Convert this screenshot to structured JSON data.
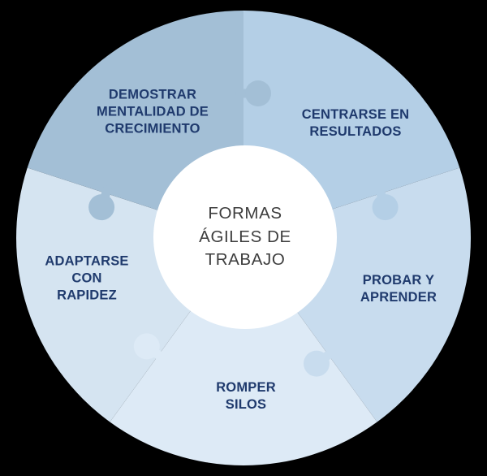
{
  "background_color": "#000000",
  "center": {
    "label": "FORMAS\nÁGILES DE\nTRABAJO",
    "color": "#ffffff",
    "text_color": "#3d3d3d"
  },
  "label_color": "#1f3a6d",
  "segments": [
    {
      "id": "centrarse-en-resultados",
      "label": "CENTRARSE EN\nRESULTADOS",
      "color": "#b4cfe6"
    },
    {
      "id": "probar-y-aprender",
      "label": "PROBAR Y\nAPRENDER",
      "color": "#c8dcee"
    },
    {
      "id": "romper-silos",
      "label": "ROMPER\nSILOS",
      "color": "#ddeaf6"
    },
    {
      "id": "adaptarse-con-rapidez",
      "label": "ADAPTARSE\nCON\nRAPIDEZ",
      "color": "#d5e4f1"
    },
    {
      "id": "demostrar-mentalidad",
      "label": "DEMOSTRAR\nMENTALIDAD DE\nCRECIMIENTO",
      "color": "#a3bfd6"
    }
  ]
}
